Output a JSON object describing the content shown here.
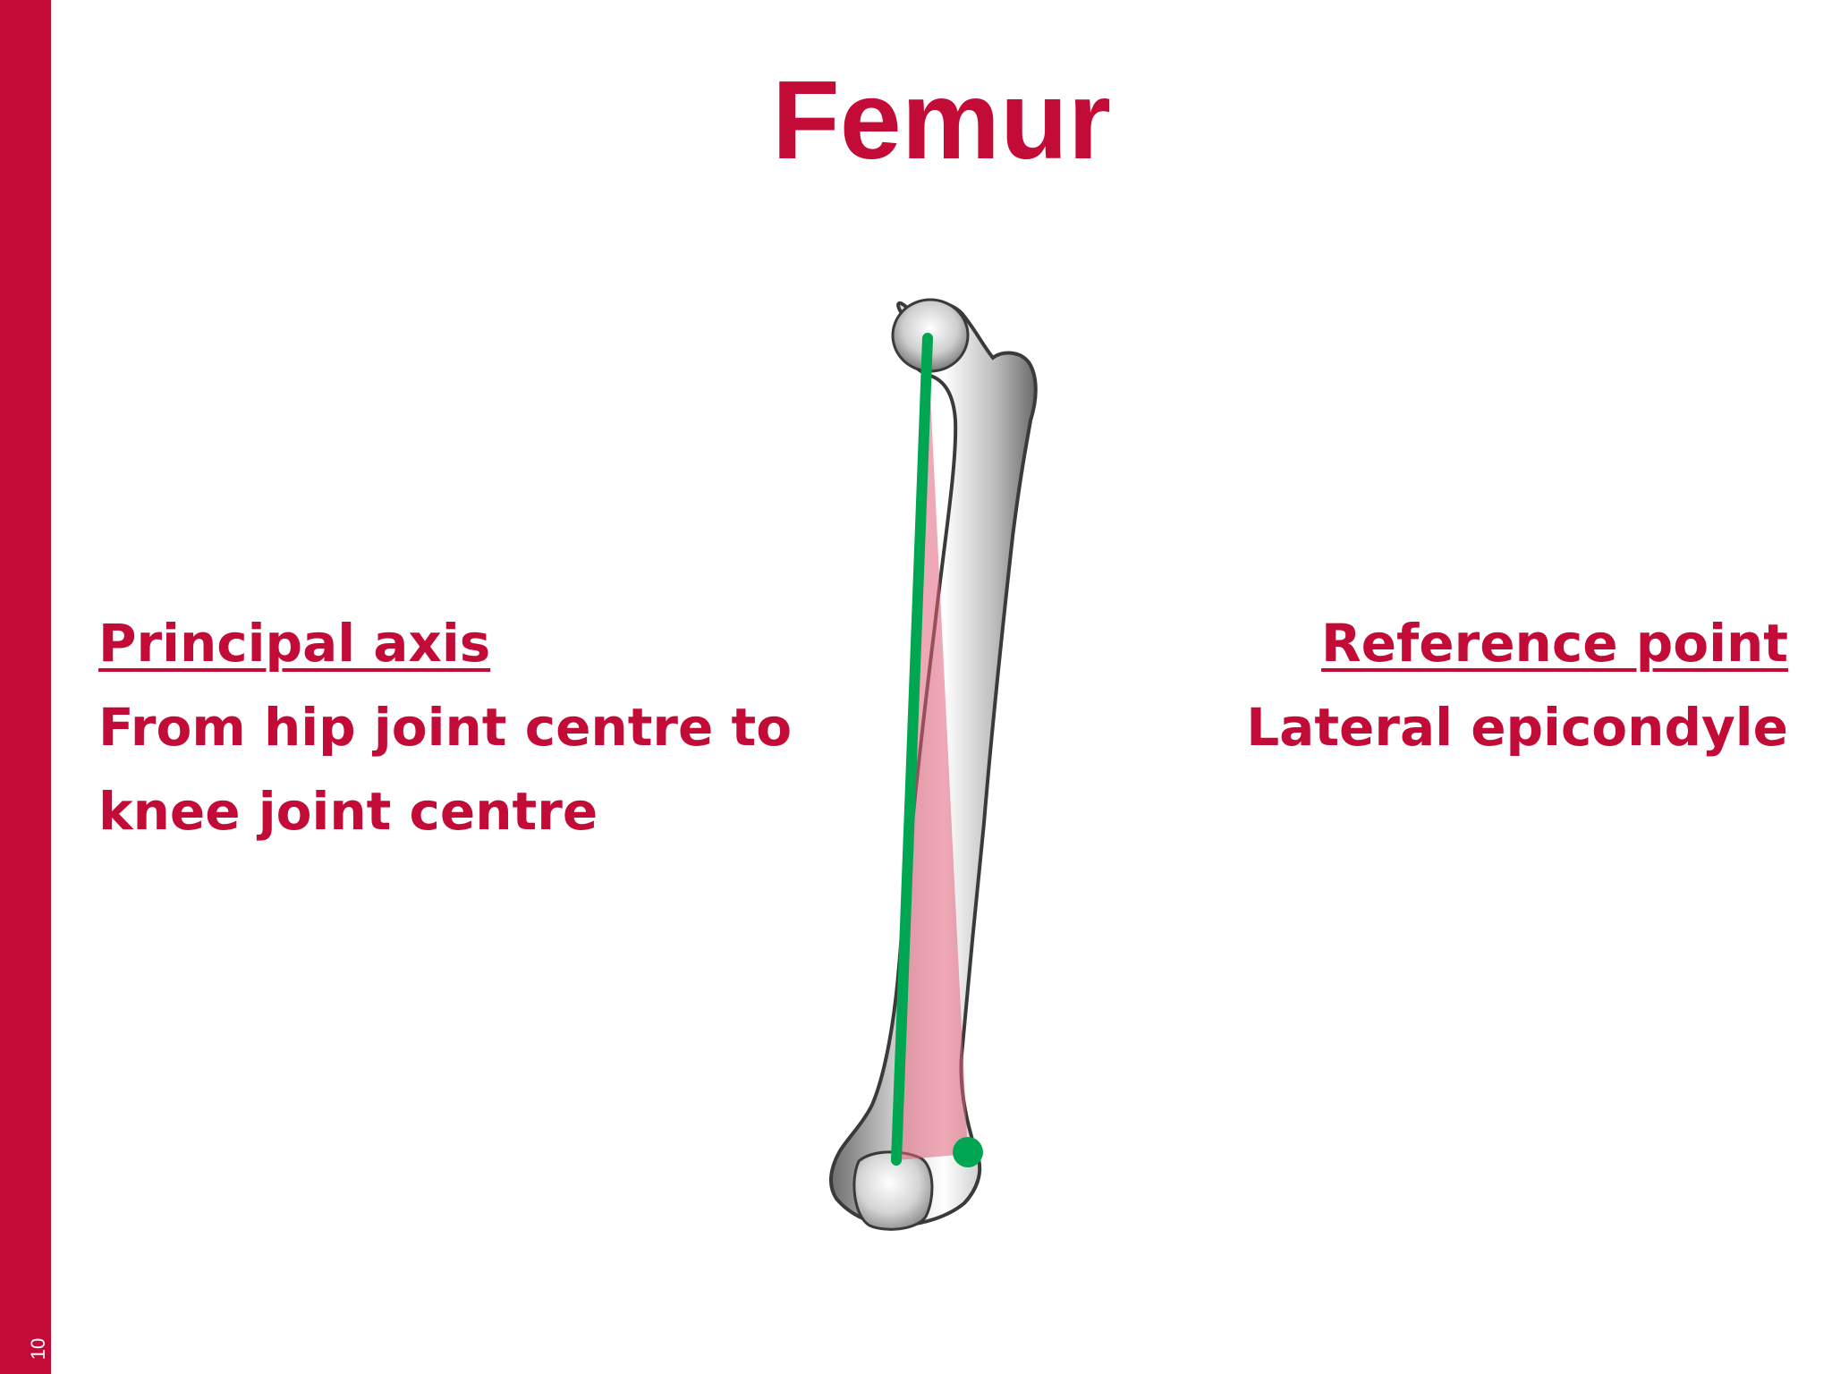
{
  "slide": {
    "number": "10",
    "title": "Femur"
  },
  "left_text": {
    "heading": "Principal axis",
    "line1": "From hip joint centre to",
    "line2": "knee joint centre"
  },
  "right_text": {
    "heading": "Reference point",
    "line1": "Lateral epicondyle"
  },
  "colors": {
    "accent": "#c20b36",
    "axis_line": "#00a651",
    "plane_fill": "#e0607a",
    "bone": "#c8c8c8"
  }
}
